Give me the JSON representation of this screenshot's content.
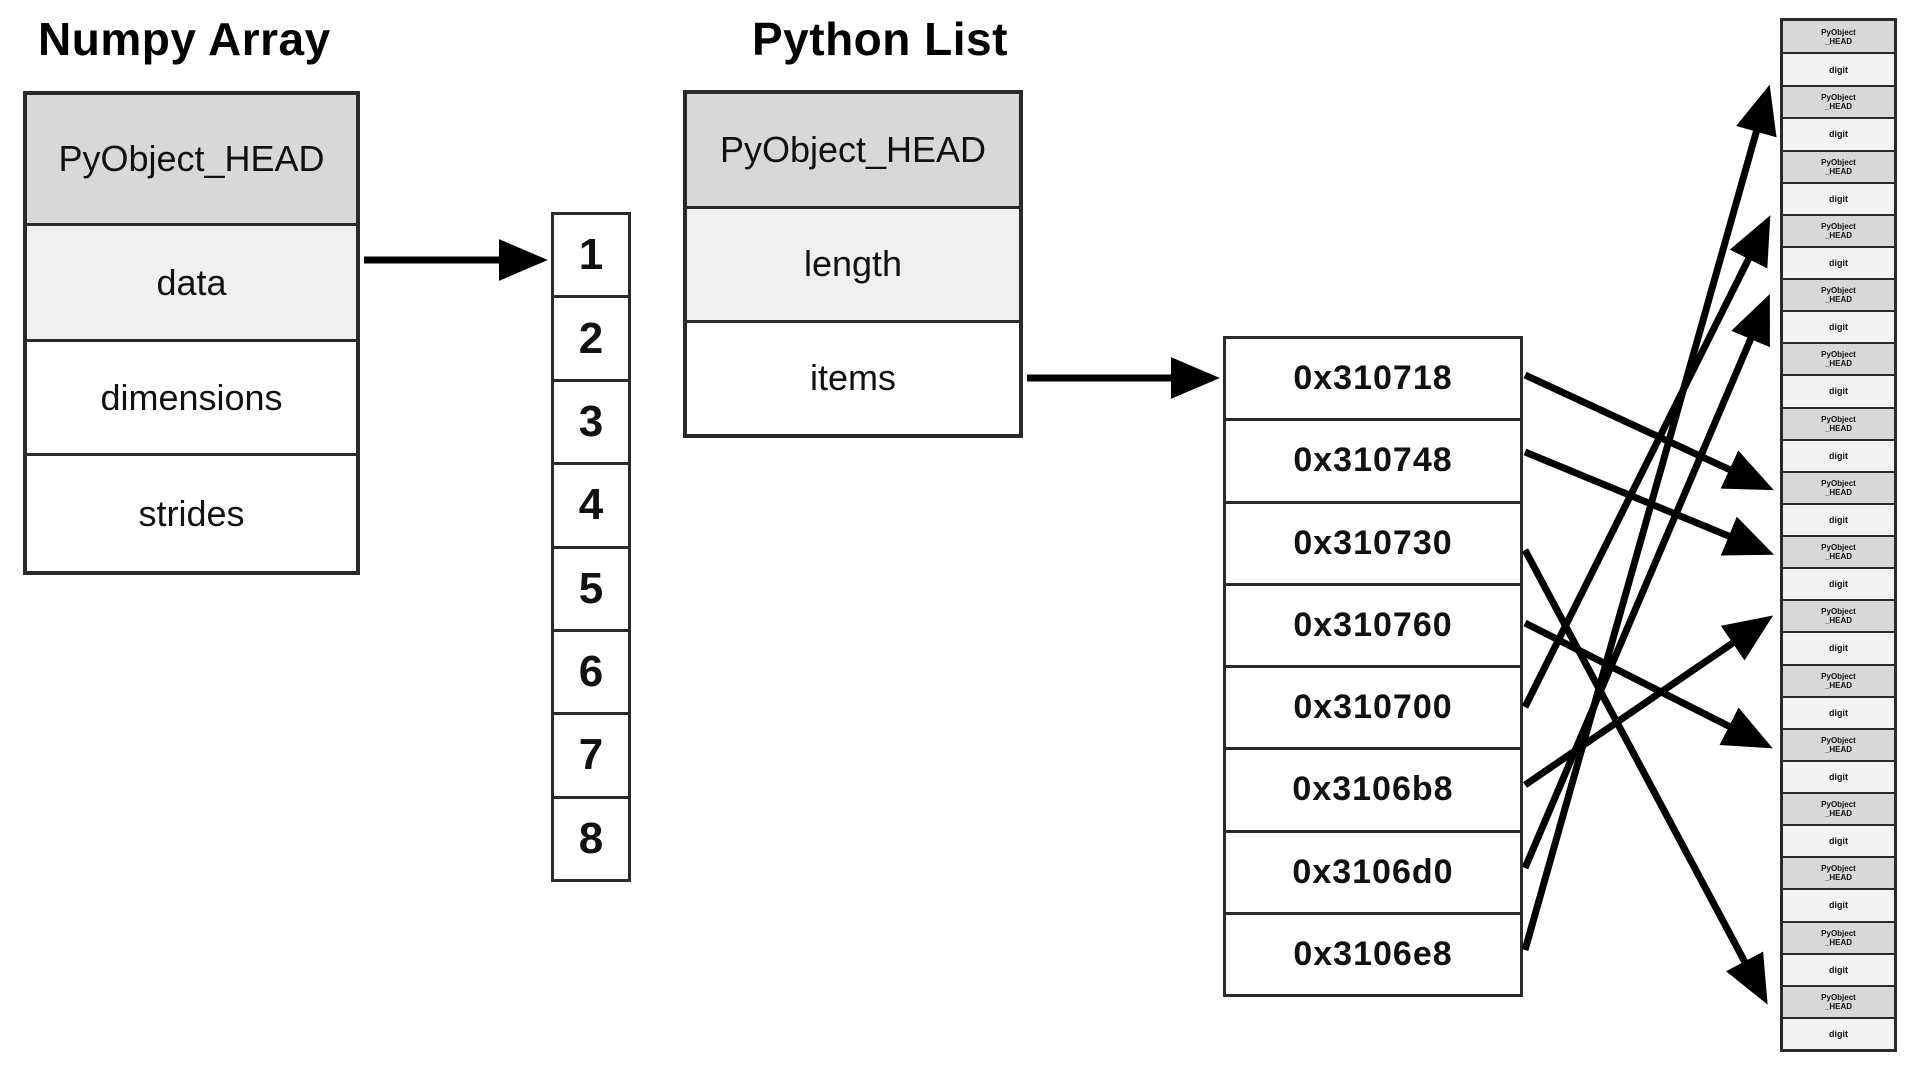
{
  "numpy_array": {
    "title": "Numpy Array",
    "fields": {
      "head": "PyObject_HEAD",
      "data": "data",
      "dimensions": "dimensions",
      "strides": "strides"
    },
    "buffer_values": [
      "1",
      "2",
      "3",
      "4",
      "5",
      "6",
      "7",
      "8"
    ]
  },
  "python_list": {
    "title": "Python List",
    "fields": {
      "head": "PyObject_HEAD",
      "length": "length",
      "items": "items"
    },
    "pointers": [
      "0x310718",
      "0x310748",
      "0x310730",
      "0x310760",
      "0x310700",
      "0x3106b8",
      "0x3106d0",
      "0x3106e8"
    ]
  },
  "heap": {
    "head_line1": "PyObject",
    "head_line2": "_HEAD",
    "digit_label": "digit",
    "object_count": 16
  },
  "pointer_targets": [
    {
      "from": "0x310718",
      "to_heap_object": 8
    },
    {
      "from": "0x310748",
      "to_heap_object": 9
    },
    {
      "from": "0x310730",
      "to_heap_object": 16
    },
    {
      "from": "0x310760",
      "to_heap_object": 12
    },
    {
      "from": "0x310700",
      "to_heap_object": 4
    },
    {
      "from": "0x3106b8",
      "to_heap_object": 10
    },
    {
      "from": "0x3106d0",
      "to_heap_object": 5
    },
    {
      "from": "0x3106e8",
      "to_heap_object": 2
    }
  ],
  "colors": {
    "head_fill": "#d8d8d8",
    "subhead_fill": "#f0f0f0",
    "cell_fill": "#ffffff",
    "border": "#2a2a2a",
    "arrow": "#000000",
    "background": "#ffffff"
  }
}
